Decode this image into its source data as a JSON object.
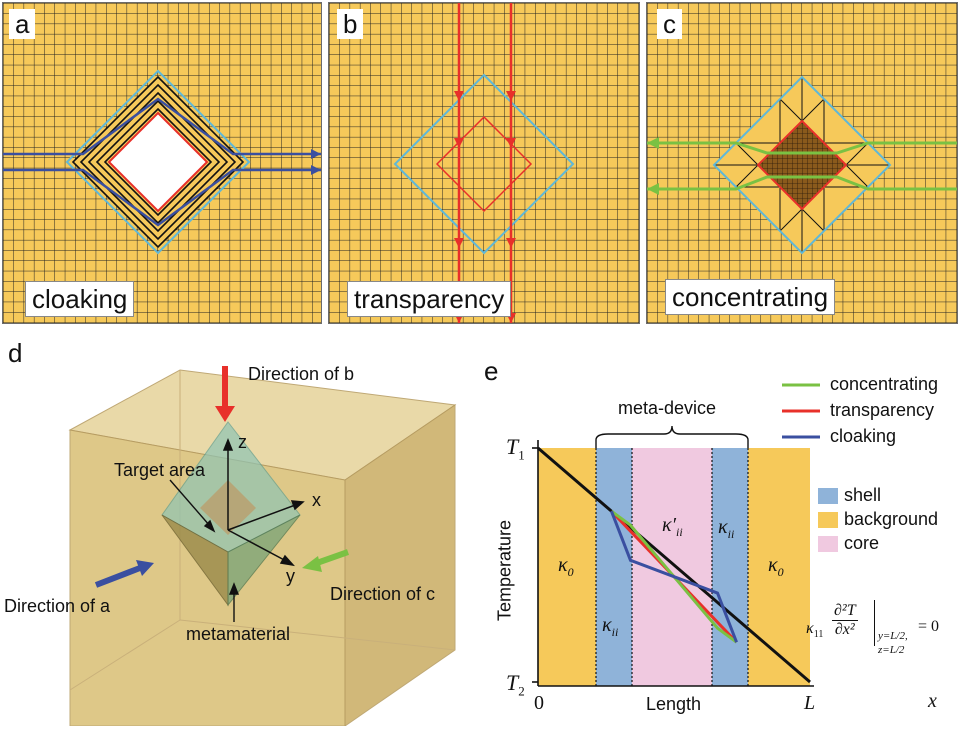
{
  "panels": {
    "a": {
      "letter": "a",
      "caption": "cloaking"
    },
    "b": {
      "letter": "b",
      "caption": "transparency"
    },
    "c": {
      "letter": "c",
      "caption": "concentrating"
    }
  },
  "panel_d": {
    "letter": "d",
    "direction_b": "Direction of b",
    "direction_a": "Direction of a",
    "direction_c": "Direction of c",
    "target_area": "Target area",
    "metamaterial": "metamaterial",
    "axis_x": "x",
    "axis_y": "y",
    "axis_z": "z"
  },
  "panel_e": {
    "letter": "e",
    "ylabel": "Temperature",
    "xlabel": "Length",
    "x_axis_symbol": "x",
    "origin": "0",
    "x_end": "L",
    "t1": "T",
    "t1_sub": "1",
    "t2": "T",
    "t2_sub": "2",
    "meta_device": "meta-device",
    "legend_lines": [
      {
        "label": "concentrating",
        "color": "#7ac143"
      },
      {
        "label": "transparency",
        "color": "#e8302a"
      },
      {
        "label": "cloaking",
        "color": "#3a4fa0"
      }
    ],
    "legend_regions": [
      {
        "label": "shell",
        "color": "#8fb3d9"
      },
      {
        "label": "background",
        "color": "#f6c95a"
      },
      {
        "label": "core",
        "color": "#f0c9e0"
      }
    ],
    "kappa0_left": "κ",
    "kappa0_left_sub": "0",
    "kappa0_right": "κ",
    "kappa0_right_sub": "0",
    "kappa_ii_left": "κ",
    "kappa_ii_left_sub": "ii",
    "kappa_ii_right": "κ",
    "kappa_ii_right_sub": "ii",
    "kappa_core": "κ′",
    "kappa_core_sub": "ii",
    "equation": {
      "kappa": "κ",
      "kappa_sub": "11",
      "num": "∂²T",
      "den": "∂x²",
      "cond1": "y=L/2,",
      "cond2": "z=L/2",
      "rhs": "= 0"
    },
    "chart_data": {
      "type": "line",
      "x_range": [
        0,
        1
      ],
      "y_range": [
        "T2",
        "T1"
      ],
      "regions": [
        "background",
        "shell",
        "core",
        "shell",
        "background"
      ],
      "series": [
        {
          "name": "concentrating",
          "x": [
            0.27,
            0.34,
            0.5,
            0.66,
            0.73
          ],
          "y": [
            0.73,
            0.67,
            0.45,
            0.23,
            0.17
          ]
        },
        {
          "name": "transparency",
          "x": [
            0.27,
            0.73
          ],
          "y": [
            0.73,
            0.17
          ]
        },
        {
          "name": "cloaking",
          "x": [
            0.27,
            0.34,
            0.5,
            0.66,
            0.73
          ],
          "y": [
            0.73,
            0.52,
            0.45,
            0.38,
            0.17
          ]
        }
      ]
    }
  },
  "colors": {
    "grid_fill": "#f6c95a",
    "grid_line": "#222222",
    "cyan": "#5fb8d8",
    "red": "#e8302a",
    "blue": "#3a4fa0",
    "green": "#7ac143"
  }
}
